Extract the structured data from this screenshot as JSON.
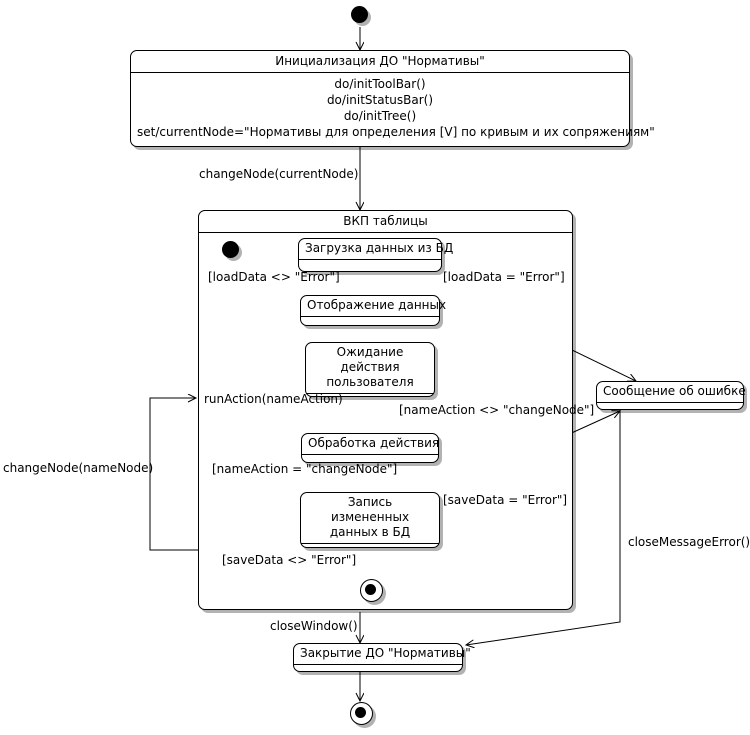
{
  "diagram": {
    "type": "uml-state-machine",
    "title": ""
  },
  "nodes": {
    "start": {
      "name": "initial-state"
    },
    "init": {
      "header": "Инициализация ДО \"Нормативы\"",
      "lines": [
        "do/initToolBar()",
        "do/initStatusBar()",
        "do/initTree()",
        "set/currentNode=\"Нормативы для определения [V] по кривым и их сопряжениям\""
      ]
    },
    "composite": {
      "header": "ВКП таблицы"
    },
    "load": {
      "label": "Загрузка данных из БД"
    },
    "display": {
      "label": "Отображение данных"
    },
    "wait": {
      "label_line1": "Ожидание действия",
      "label_line2": "пользователя"
    },
    "process": {
      "label": "Обработка действия"
    },
    "save": {
      "label_line1": "Запись измененных",
      "label_line2": "данных в БД"
    },
    "error": {
      "label": "Сообщение об ошибке"
    },
    "close": {
      "label": "Закрытие ДО \"Нормативы\""
    },
    "inner_final": {
      "name": "inner-final-state"
    },
    "final": {
      "name": "final-state"
    }
  },
  "transitions": {
    "t_change_current": "changeNode(currentNode)",
    "t_load_ok": "[loadData <> \"Error\"]",
    "t_load_err": "[loadData = \"Error\"]",
    "t_run_action": "runAction(nameAction)",
    "t_action_other": "[nameAction <> \"changeNode\"]",
    "t_action_change": "[nameAction = \"changeNode\"]",
    "t_save_err": "[saveData = \"Error\"]",
    "t_save_ok": "[saveData <> \"Error\"]",
    "t_change_node": "changeNode(nameNode)",
    "t_close_window": "closeWindow()",
    "t_close_msg_error": "closeMessageError()"
  },
  "colors": {
    "stroke": "#000000",
    "fill": "#ffffff",
    "shadow": "rgba(0,0,0,0.30)"
  }
}
